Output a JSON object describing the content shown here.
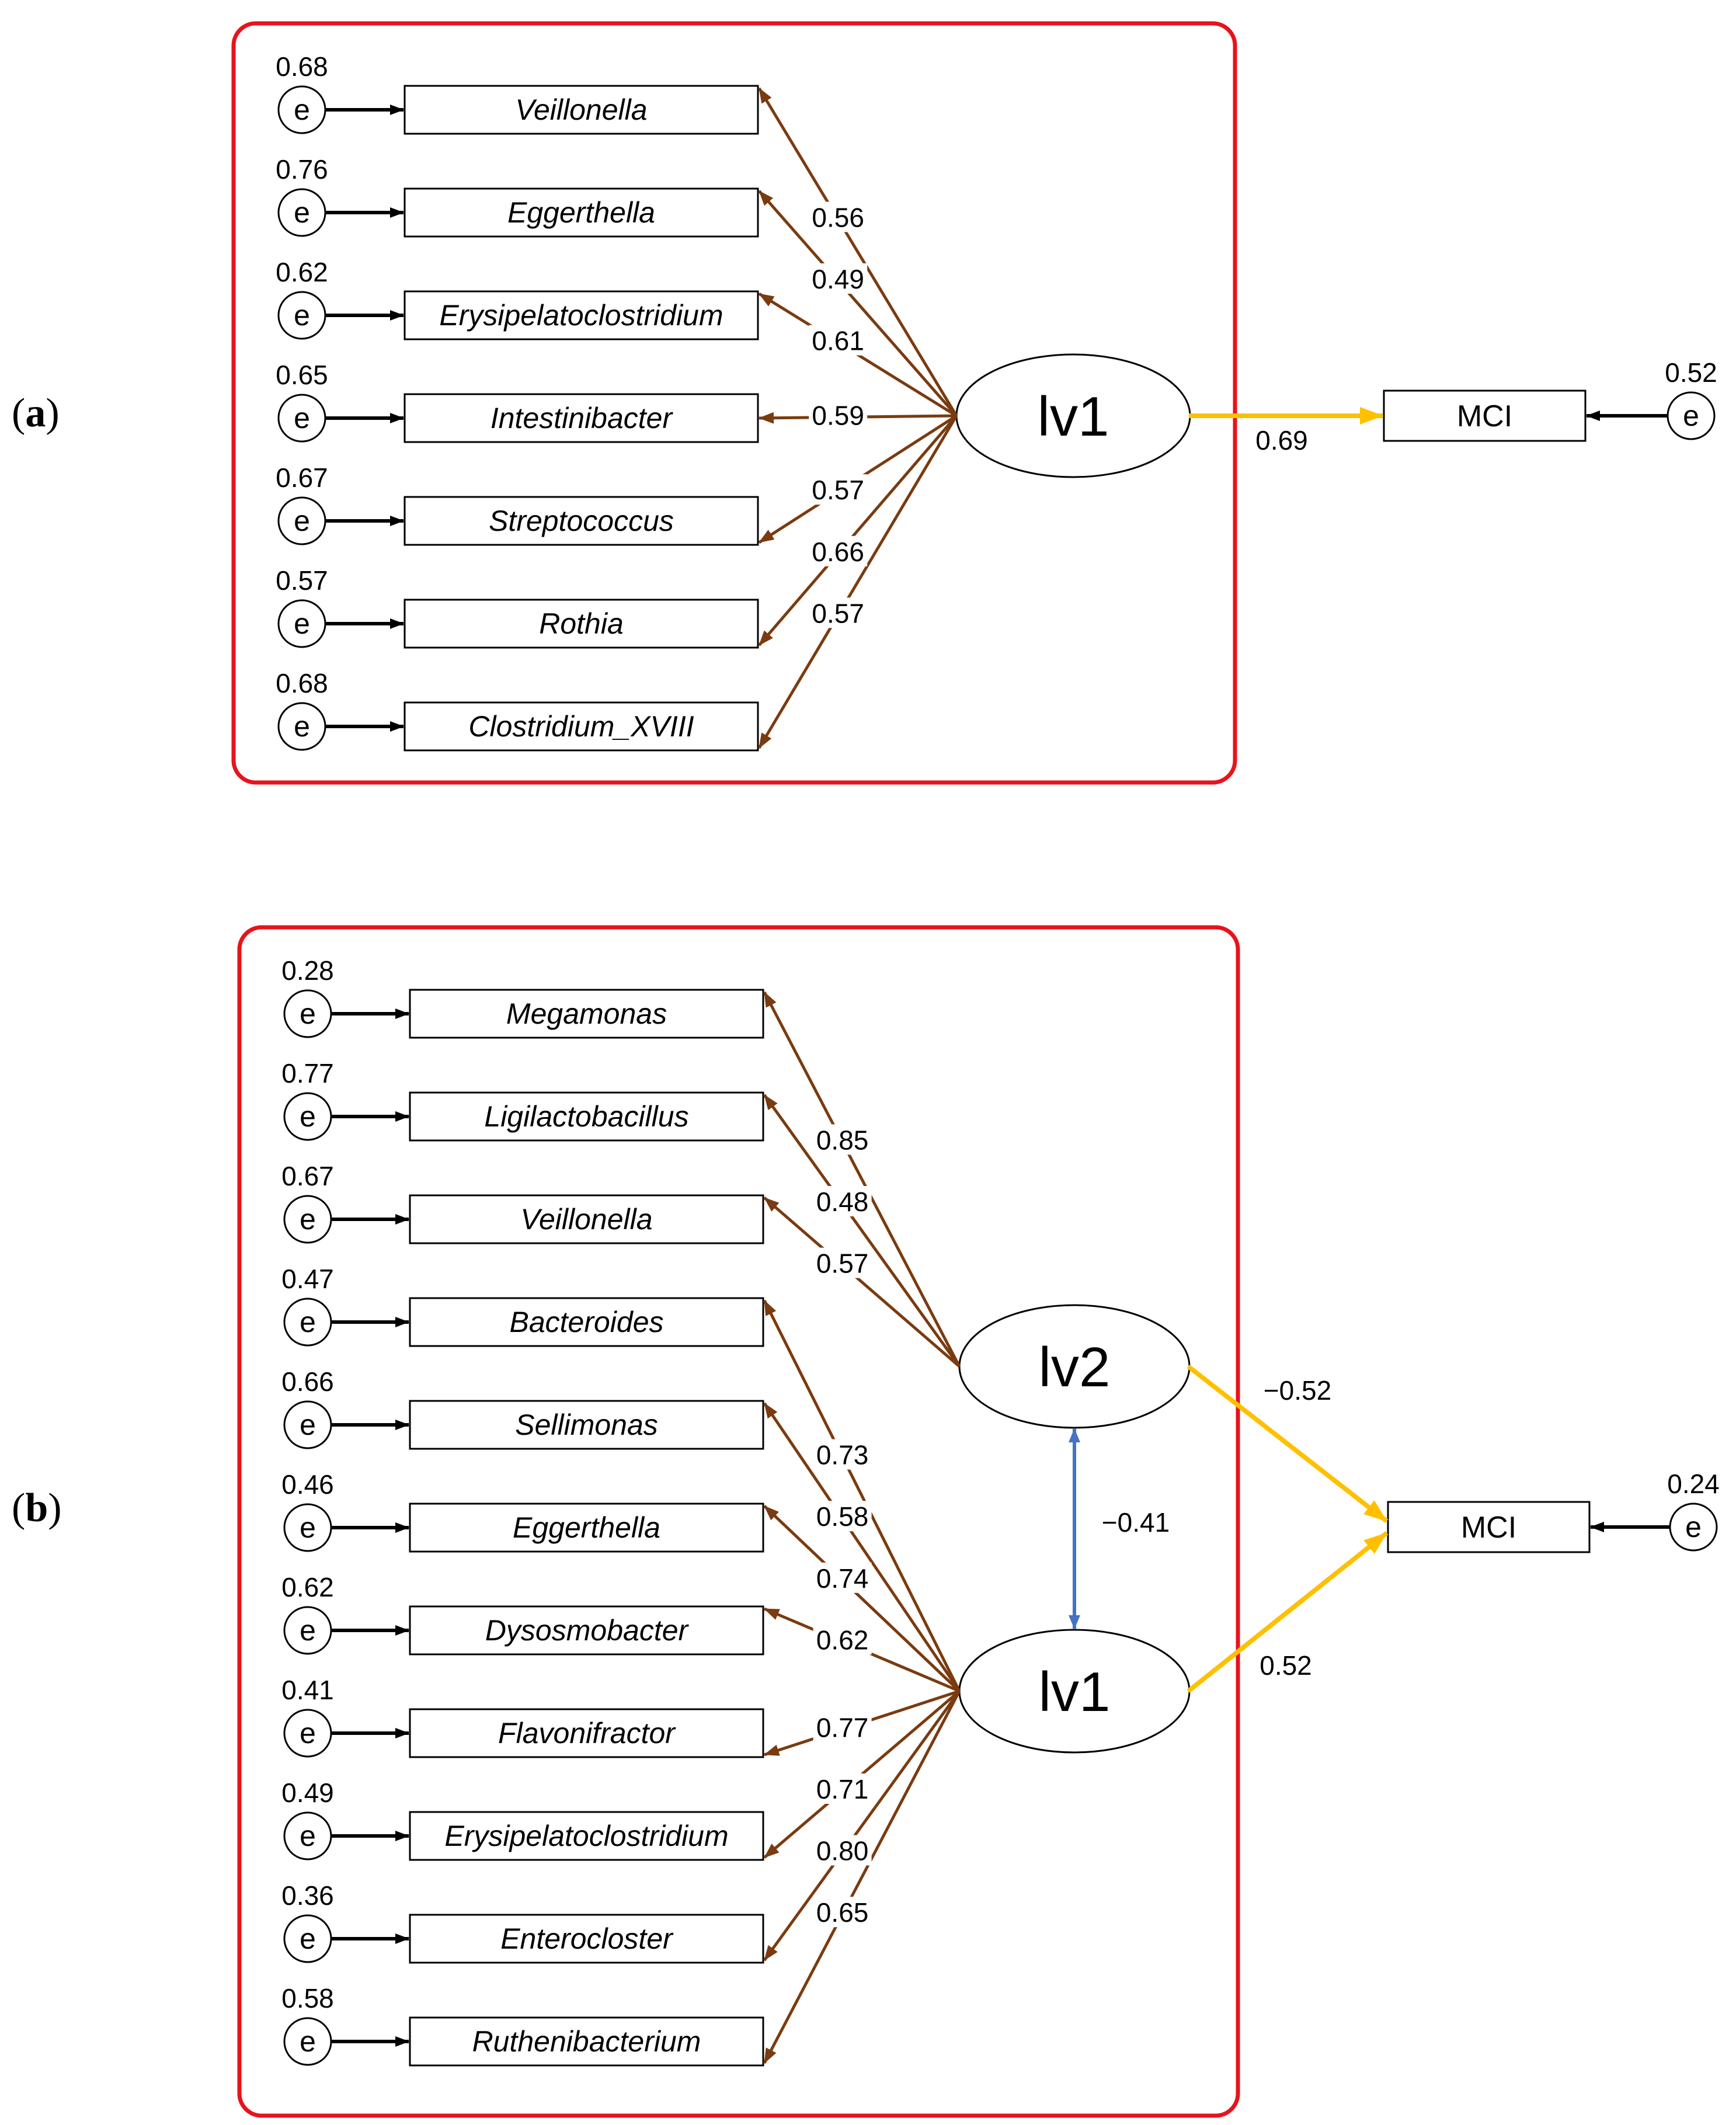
{
  "panels": [
    {
      "label_open": "(",
      "label_letter": "a",
      "label_close": ")",
      "error_symbol": "e",
      "indicators": [
        {
          "name": "Veillonella",
          "error_variance": "0.68",
          "factor": "lv1",
          "loading": "0.56"
        },
        {
          "name": "Eggerthella",
          "error_variance": "0.76",
          "factor": "lv1",
          "loading": "0.49"
        },
        {
          "name": "Erysipelatoclostridium",
          "error_variance": "0.62",
          "factor": "lv1",
          "loading": "0.61"
        },
        {
          "name": "Intestinibacter",
          "error_variance": "0.65",
          "factor": "lv1",
          "loading": "0.59"
        },
        {
          "name": "Streptococcus",
          "error_variance": "0.67",
          "factor": "lv1",
          "loading": "0.57"
        },
        {
          "name": "Rothia",
          "error_variance": "0.57",
          "factor": "lv1",
          "loading": "0.66"
        },
        {
          "name": "Clostridium_XVIII",
          "error_variance": "0.68",
          "factor": "lv1",
          "loading": "0.57"
        }
      ],
      "latents": [
        {
          "id": "lv1",
          "label": "lv1"
        }
      ],
      "covariance": null,
      "outcome": {
        "label": "MCI",
        "error_variance": "0.52"
      },
      "paths": [
        {
          "from": "lv1",
          "to": "MCI",
          "coefficient": "0.69"
        }
      ]
    },
    {
      "label_open": "(",
      "label_letter": "b",
      "label_close": ")",
      "error_symbol": "e",
      "indicators": [
        {
          "name": "Megamonas",
          "error_variance": "0.28",
          "factor": "lv2",
          "loading": "0.85"
        },
        {
          "name": "Ligilactobacillus",
          "error_variance": "0.77",
          "factor": "lv2",
          "loading": "0.48"
        },
        {
          "name": "Veillonella",
          "error_variance": "0.67",
          "factor": "lv2",
          "loading": "0.57"
        },
        {
          "name": "Bacteroides",
          "error_variance": "0.47",
          "factor": "lv1",
          "loading": "0.73"
        },
        {
          "name": "Sellimonas",
          "error_variance": "0.66",
          "factor": "lv1",
          "loading": "0.58"
        },
        {
          "name": "Eggerthella",
          "error_variance": "0.46",
          "factor": "lv1",
          "loading": "0.74"
        },
        {
          "name": "Dysosmobacter",
          "error_variance": "0.62",
          "factor": "lv1",
          "loading": "0.62"
        },
        {
          "name": "Flavonifractor",
          "error_variance": "0.41",
          "factor": "lv1",
          "loading": "0.77"
        },
        {
          "name": "Erysipelatoclostridium",
          "error_variance": "0.49",
          "factor": "lv1",
          "loading": "0.71"
        },
        {
          "name": "Enterocloster",
          "error_variance": "0.36",
          "factor": "lv1",
          "loading": "0.80"
        },
        {
          "name": "Ruthenibacterium",
          "error_variance": "0.58",
          "factor": "lv1",
          "loading": "0.65"
        }
      ],
      "latents": [
        {
          "id": "lv2",
          "label": "lv2"
        },
        {
          "id": "lv1",
          "label": "lv1"
        }
      ],
      "covariance": {
        "between": [
          "lv2",
          "lv1"
        ],
        "coefficient": "−0.41"
      },
      "outcome": {
        "label": "MCI",
        "error_variance": "0.24"
      },
      "paths": [
        {
          "from": "lv2",
          "to": "MCI",
          "coefficient": "−0.52"
        },
        {
          "from": "lv1",
          "to": "MCI",
          "coefficient": "0.52"
        }
      ]
    }
  ],
  "colors": {
    "frame": "#e8131b",
    "loading_arrow": "#7a3b10",
    "structural_arrow": "#ffc000",
    "covariance_arrow": "#4472c4",
    "error_arrow": "#000000"
  }
}
